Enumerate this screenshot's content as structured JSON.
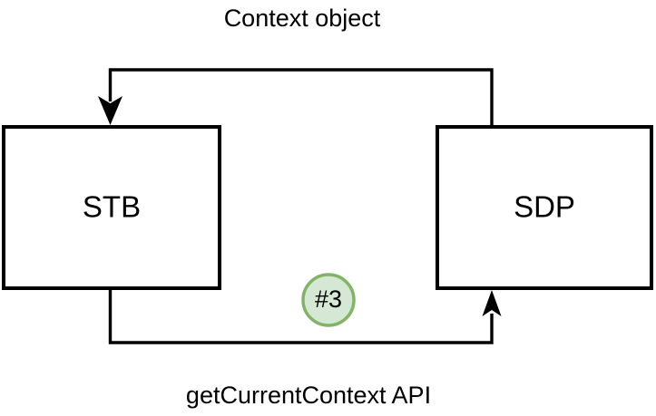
{
  "diagram": {
    "title": "Context object",
    "bottom_label": "getCurrentContext API",
    "nodes": [
      {
        "id": "stb",
        "label": "STB"
      },
      {
        "id": "sdp",
        "label": "SDP"
      }
    ],
    "edges": [
      {
        "id": "context-object-edge",
        "label": "Context object",
        "from": "sdp",
        "to": "stb",
        "direction": "right-to-left",
        "arrow_at": "stb-top"
      },
      {
        "id": "getcurrentcontext-edge",
        "label": "getCurrentContext API",
        "from": "stb",
        "to": "sdp",
        "direction": "left-to-right",
        "arrow_at": "sdp-bottom"
      }
    ],
    "badge": {
      "label": "#3",
      "fill_color": "#d5e8d4",
      "border_color": "#82b366"
    },
    "colors": {
      "stroke": "#000000",
      "background": "#ffffff",
      "badge_fill": "#d5e8d4",
      "badge_border": "#82b366"
    }
  }
}
